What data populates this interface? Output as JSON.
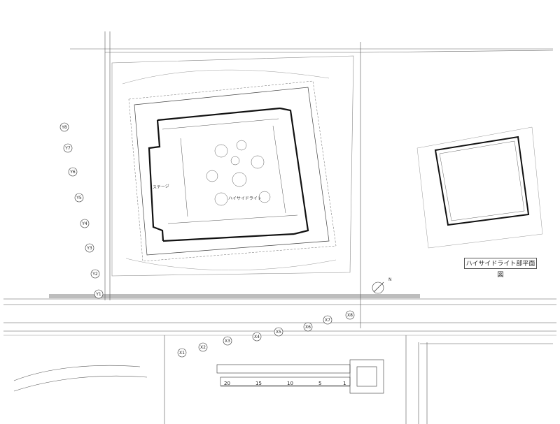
{
  "sheet": {
    "side_plan_title": "ハイサイドライト部平面図",
    "north_label": "N"
  },
  "grid_axes_vertical": [
    "Y8",
    "Y7",
    "Y6",
    "Y5",
    "Y4",
    "Y3",
    "Y2",
    "Y1"
  ],
  "grid_axes_horizontal": [
    "X1",
    "X2",
    "X3",
    "X4",
    "X5",
    "X6",
    "X7",
    "X8"
  ],
  "scale_bar": [
    "20",
    "15",
    "10",
    "5",
    "1"
  ],
  "labels": {
    "stage": "ステージ",
    "center_label": "ハイサイドライト"
  }
}
